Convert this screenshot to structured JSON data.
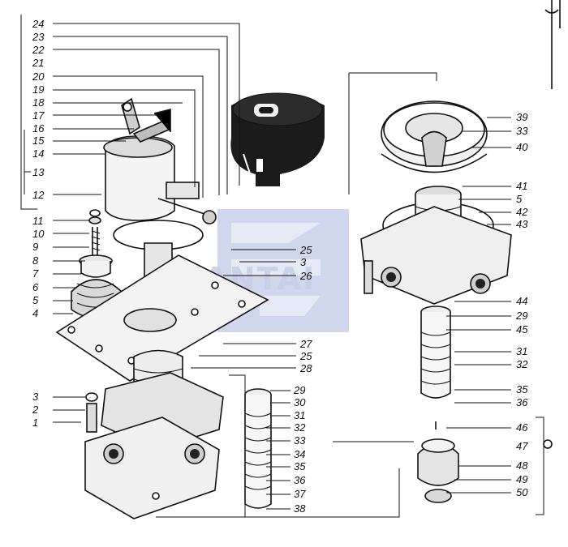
{
  "diagram": {
    "watermark_text": "SANTAI",
    "colors": {
      "ink": "#111111",
      "watermark": "#aab4da",
      "paper": "#ffffff"
    },
    "callouts_left": [
      "24",
      "23",
      "22",
      "21",
      "20",
      "19",
      "18",
      "17",
      "16",
      "15",
      "14",
      "13",
      "12",
      "11",
      "10",
      "9",
      "8",
      "7",
      "6",
      "5",
      "4",
      "3",
      "2",
      "1"
    ],
    "callouts_center": [
      "25",
      "3",
      "26",
      "27",
      "25",
      "28",
      "29",
      "30",
      "31",
      "32",
      "33",
      "34",
      "35",
      "36",
      "37",
      "38"
    ],
    "callouts_right": [
      "39",
      "33",
      "40",
      "41",
      "5",
      "42",
      "43",
      "44",
      "29",
      "45",
      "31",
      "32",
      "35",
      "36",
      "46",
      "47",
      "48",
      "49",
      "50"
    ]
  }
}
